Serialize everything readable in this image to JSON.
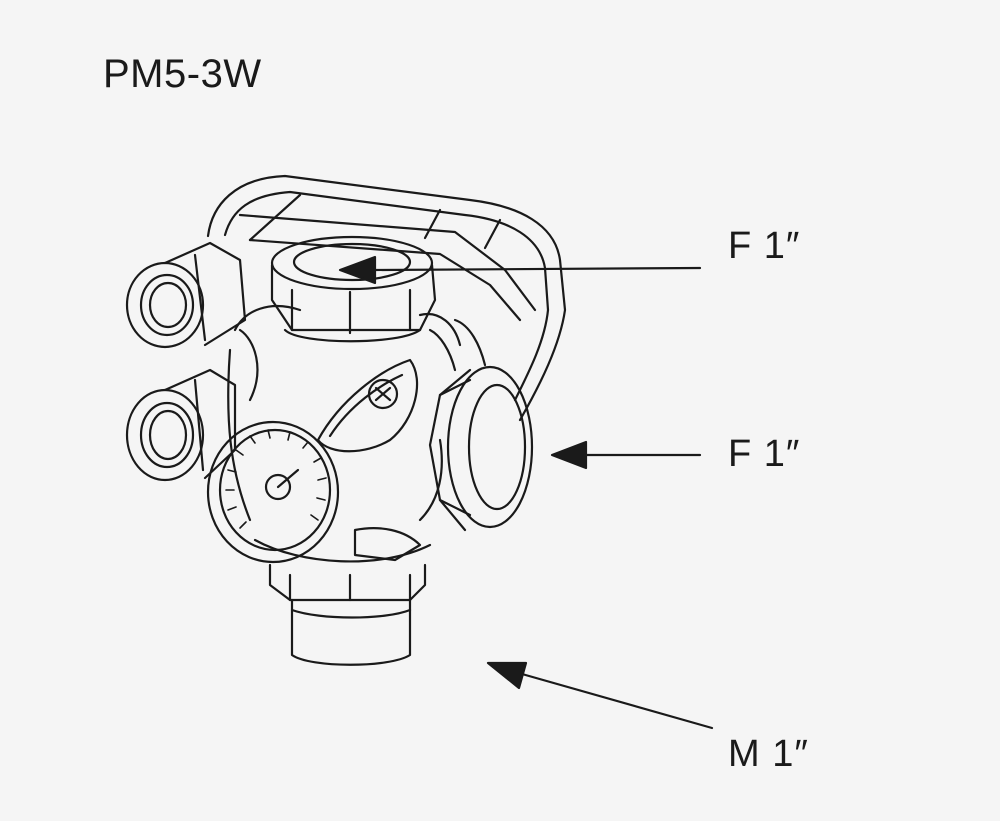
{
  "title": "PM5-3W",
  "labels": {
    "top": "F 1″",
    "middle": "F 1″",
    "bottom": "M 1″"
  },
  "colors": {
    "background": "#f5f5f5",
    "line": "#1a1a1a"
  }
}
